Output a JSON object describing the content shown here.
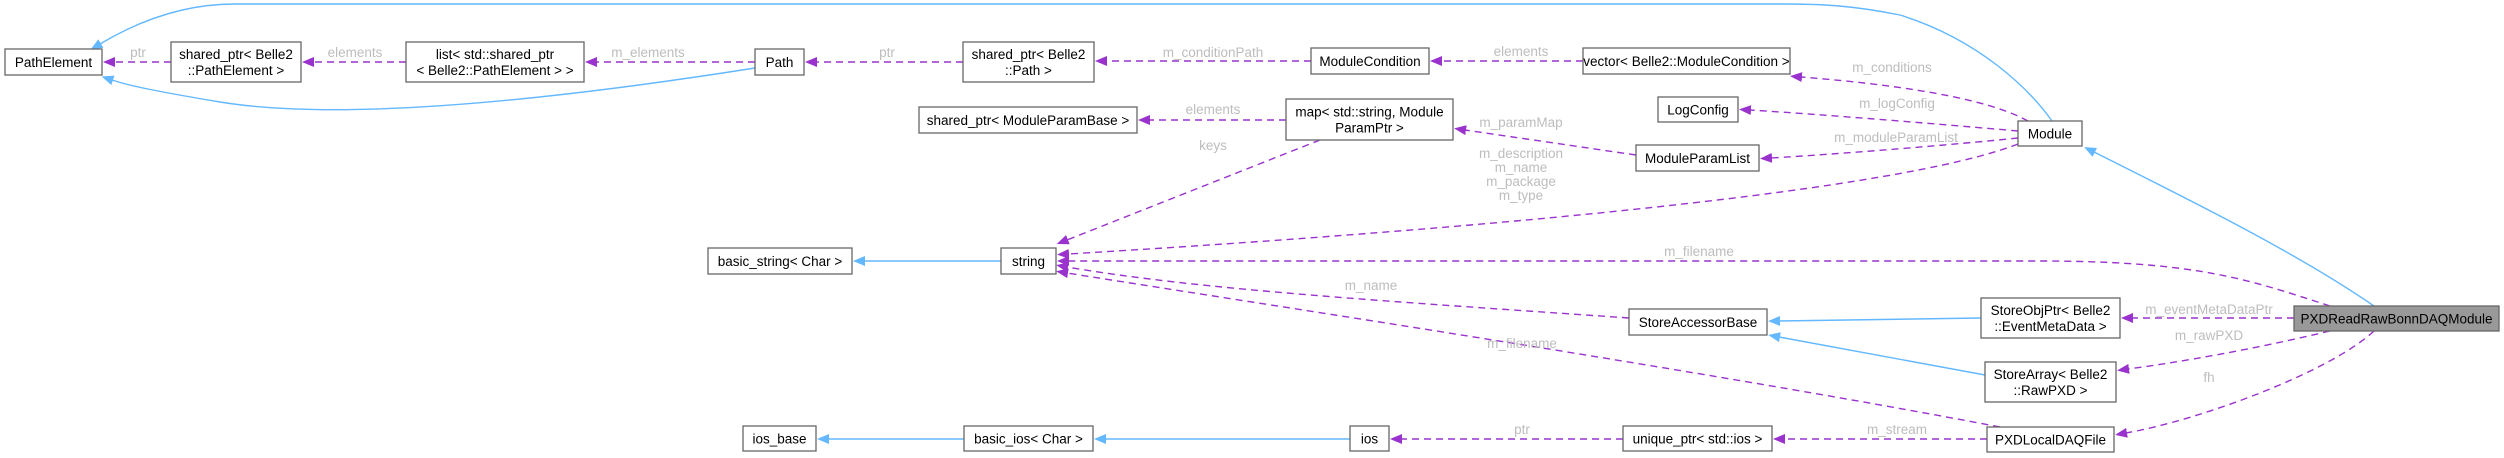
{
  "colors": {
    "inheritance": "#63b8ff",
    "member": "#9a32cd",
    "focus_fill": "#999999",
    "label": "#bdbdbd"
  },
  "nodes": {
    "PathElement": {
      "lines": [
        "PathElement"
      ]
    },
    "sp_pathelement": {
      "lines": [
        "shared_ptr< Belle2",
        "::PathElement >"
      ]
    },
    "list_sp": {
      "lines": [
        "list< std::shared_ptr",
        "< Belle2::PathElement > >"
      ]
    },
    "Path": {
      "lines": [
        "Path"
      ]
    },
    "sp_path": {
      "lines": [
        "shared_ptr< Belle2",
        "::Path >"
      ]
    },
    "ModuleCondition": {
      "lines": [
        "ModuleCondition"
      ]
    },
    "vector_mc": {
      "lines": [
        "vector< Belle2::ModuleCondition >"
      ]
    },
    "sp_paramBase": {
      "lines": [
        "shared_ptr< ModuleParamBase >"
      ]
    },
    "map_param": {
      "lines": [
        "map< std::string, Module",
        "ParamPtr >"
      ]
    },
    "LogConfig": {
      "lines": [
        "LogConfig"
      ]
    },
    "ModuleParamList": {
      "lines": [
        "ModuleParamList"
      ]
    },
    "Module": {
      "lines": [
        "Module"
      ]
    },
    "basic_string": {
      "lines": [
        "basic_string< Char >"
      ]
    },
    "string": {
      "lines": [
        "string"
      ]
    },
    "StoreAccessorBase": {
      "lines": [
        "StoreAccessorBase"
      ]
    },
    "StoreObjPtr": {
      "lines": [
        "StoreObjPtr< Belle2",
        "::EventMetaData >"
      ]
    },
    "StoreArray": {
      "lines": [
        "StoreArray< Belle2",
        "::RawPXD >"
      ]
    },
    "PXDReadRawBonnDAQModule": {
      "lines": [
        "PXDReadRawBonnDAQModule"
      ]
    },
    "ios_base": {
      "lines": [
        "ios_base"
      ]
    },
    "basic_ios": {
      "lines": [
        "basic_ios< Char >"
      ]
    },
    "ios": {
      "lines": [
        "ios"
      ]
    },
    "unique_ptr_ios": {
      "lines": [
        "unique_ptr< std::ios >"
      ]
    },
    "PXDLocalDAQFile": {
      "lines": [
        "PXDLocalDAQFile"
      ]
    }
  },
  "edges": [
    {
      "id": "e1",
      "from": "sp_pathelement",
      "to": "PathElement",
      "kind": "member",
      "labels": [
        "ptr"
      ]
    },
    {
      "id": "e2",
      "from": "list_sp",
      "to": "sp_pathelement",
      "kind": "member",
      "labels": [
        "elements"
      ]
    },
    {
      "id": "e3",
      "from": "Path",
      "to": "list_sp",
      "kind": "member",
      "labels": [
        "m_elements"
      ]
    },
    {
      "id": "e4",
      "from": "sp_path",
      "to": "Path",
      "kind": "member",
      "labels": [
        "ptr"
      ]
    },
    {
      "id": "e5",
      "from": "ModuleCondition",
      "to": "sp_path",
      "kind": "member",
      "labels": [
        "m_conditionPath"
      ]
    },
    {
      "id": "e6",
      "from": "vector_mc",
      "to": "ModuleCondition",
      "kind": "member",
      "labels": [
        "elements"
      ]
    },
    {
      "id": "e7",
      "from": "Module",
      "to": "vector_mc",
      "kind": "member",
      "labels": [
        "m_conditions"
      ]
    },
    {
      "id": "e8",
      "from": "Module",
      "to": "LogConfig",
      "kind": "member",
      "labels": [
        "m_logConfig"
      ]
    },
    {
      "id": "e9",
      "from": "Module",
      "to": "ModuleParamList",
      "kind": "member",
      "labels": [
        "m_moduleParamList"
      ]
    },
    {
      "id": "e10",
      "from": "ModuleParamList",
      "to": "map_param",
      "kind": "member",
      "labels": [
        "m_paramMap"
      ]
    },
    {
      "id": "e11",
      "from": "map_param",
      "to": "sp_paramBase",
      "kind": "member",
      "labels": [
        "elements"
      ]
    },
    {
      "id": "e12",
      "from": "map_param",
      "to": "string",
      "kind": "member",
      "labels": [
        "keys"
      ]
    },
    {
      "id": "e13",
      "from": "Module",
      "to": "string",
      "kind": "member",
      "labels": [
        "m_description",
        "m_name",
        "m_package",
        "m_type"
      ]
    },
    {
      "id": "e14",
      "from": "PXDReadRawBonnDAQModule",
      "to": "string",
      "kind": "member",
      "labels": [
        "m_filename"
      ]
    },
    {
      "id": "e15",
      "from": "StoreAccessorBase",
      "to": "string",
      "kind": "member",
      "labels": [
        "m_name"
      ]
    },
    {
      "id": "e16",
      "from": "PXDLocalDAQFile",
      "to": "string",
      "kind": "member",
      "labels": [
        "m_filename"
      ]
    },
    {
      "id": "e17",
      "from": "PXDReadRawBonnDAQModule",
      "to": "StoreObjPtr",
      "kind": "member",
      "labels": [
        "m_eventMetaDataPtr"
      ]
    },
    {
      "id": "e18",
      "from": "PXDReadRawBonnDAQModule",
      "to": "StoreArray",
      "kind": "member",
      "labels": [
        "m_rawPXD"
      ]
    },
    {
      "id": "e19",
      "from": "PXDReadRawBonnDAQModule",
      "to": "PXDLocalDAQFile",
      "kind": "member",
      "labels": [
        "fh"
      ]
    },
    {
      "id": "e20",
      "from": "PXDLocalDAQFile",
      "to": "unique_ptr_ios",
      "kind": "member",
      "labels": [
        "m_stream"
      ]
    },
    {
      "id": "e21",
      "from": "unique_ptr_ios",
      "to": "ios",
      "kind": "member",
      "labels": [
        "ptr"
      ]
    },
    {
      "id": "b1",
      "from": "Path",
      "to": "PathElement",
      "kind": "inheritance",
      "labels": []
    },
    {
      "id": "b2",
      "from": "Module",
      "to": "PathElement",
      "kind": "inheritance",
      "labels": []
    },
    {
      "id": "b3",
      "from": "string",
      "to": "basic_string",
      "kind": "inheritance",
      "labels": []
    },
    {
      "id": "b4",
      "from": "PXDReadRawBonnDAQModule",
      "to": "Module",
      "kind": "inheritance",
      "labels": []
    },
    {
      "id": "b5",
      "from": "StoreObjPtr",
      "to": "StoreAccessorBase",
      "kind": "inheritance",
      "labels": []
    },
    {
      "id": "b6",
      "from": "StoreArray",
      "to": "StoreAccessorBase",
      "kind": "inheritance",
      "labels": []
    },
    {
      "id": "b7",
      "from": "basic_ios",
      "to": "ios_base",
      "kind": "inheritance",
      "labels": []
    },
    {
      "id": "b8",
      "from": "ios",
      "to": "basic_ios",
      "kind": "inheritance",
      "labels": []
    }
  ]
}
